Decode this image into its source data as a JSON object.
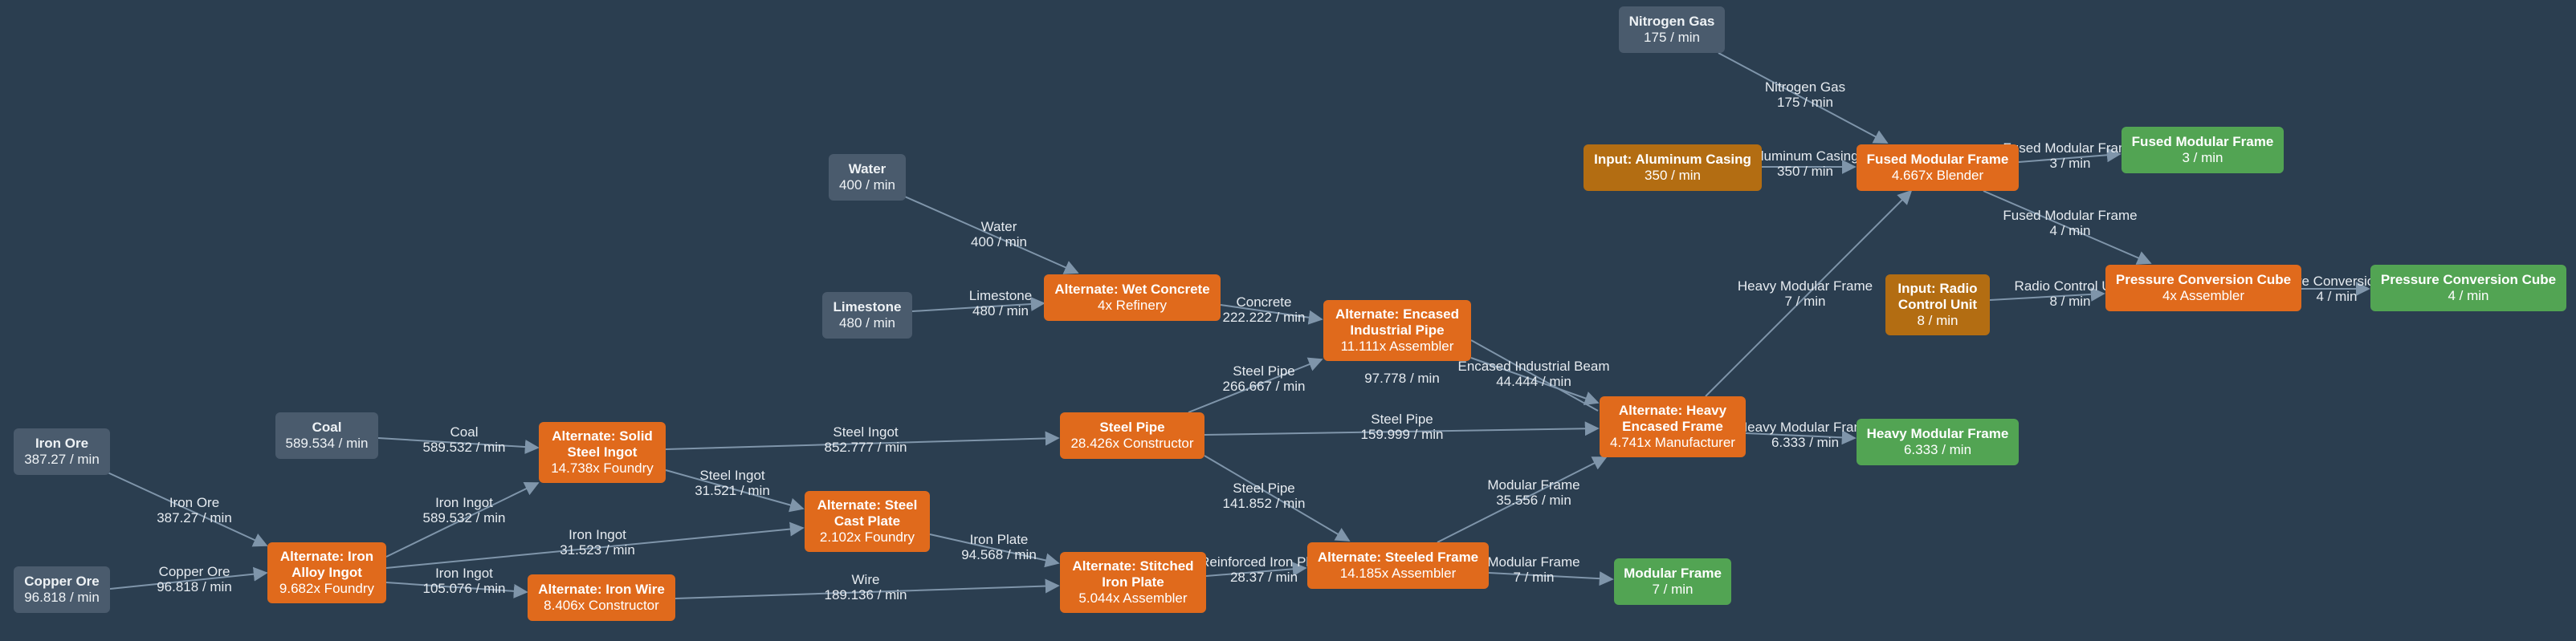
{
  "colors": {
    "background": "#2b3e50",
    "raw_node": "#4a5b6d",
    "process_node": "#e06a1c",
    "input_node": "#b36d12",
    "output_node": "#52a453",
    "edge": "#7f95aa"
  },
  "nodes": {
    "nitrogen": {
      "title": "Nitrogen Gas",
      "sub": "175 / min"
    },
    "water": {
      "title": "Water",
      "sub": "400 / min"
    },
    "limestone": {
      "title": "Limestone",
      "sub": "480 / min"
    },
    "coal": {
      "title": "Coal",
      "sub": "589.534 / min"
    },
    "iron_ore": {
      "title": "Iron Ore",
      "sub": "387.27 / min"
    },
    "copper_ore": {
      "title": "Copper Ore",
      "sub": "96.818 / min"
    },
    "alu_casing": {
      "title": "Input: Aluminum Casing",
      "sub": "350 / min"
    },
    "radio_unit": {
      "title": "Input: Radio Control Unit",
      "sub": "8 / min"
    },
    "iron_alloy": {
      "title": "Alternate: Iron Alloy Ingot",
      "sub": "9.682x Foundry"
    },
    "solid_ingot": {
      "title": "Alternate: Solid Steel Ingot",
      "sub": "14.738x Foundry"
    },
    "iron_wire": {
      "title": "Alternate: Iron Wire",
      "sub": "8.406x Constructor"
    },
    "steel_cast": {
      "title": "Alternate: Steel Cast Plate",
      "sub": "2.102x Foundry"
    },
    "wet_concrete": {
      "title": "Alternate: Wet Concrete",
      "sub": "4x Refinery"
    },
    "steel_pipe": {
      "title": "Steel Pipe",
      "sub": "28.426x Constructor"
    },
    "stitched": {
      "title": "Alternate: Stitched Iron Plate",
      "sub": "5.044x Assembler"
    },
    "encased_pipe": {
      "title": "Alternate: Encased Industrial Pipe",
      "sub": "11.111x Assembler"
    },
    "steeled_frame": {
      "title": "Alternate: Steeled Frame",
      "sub": "14.185x Assembler"
    },
    "heavy_frame": {
      "title": "Alternate: Heavy Encased Frame",
      "sub": "4.741x Manufacturer"
    },
    "fused_frame": {
      "title": "Fused Modular Frame",
      "sub": "4.667x Blender"
    },
    "pcc": {
      "title": "Pressure Conversion Cube",
      "sub": "4x Assembler"
    },
    "out_fused": {
      "title": "Fused Modular Frame",
      "sub": "3 / min"
    },
    "out_pcc": {
      "title": "Pressure Conversion Cube",
      "sub": "4 / min"
    },
    "out_heavy": {
      "title": "Heavy Modular Frame",
      "sub": "6.333 / min"
    },
    "out_modular": {
      "title": "Modular Frame",
      "sub": "7 / min"
    }
  },
  "edges": [
    {
      "id": "e_nitrogen",
      "l1": "Nitrogen Gas",
      "l2": "175 / min"
    },
    {
      "id": "e_water",
      "l1": "Water",
      "l2": "400 / min"
    },
    {
      "id": "e_limestone",
      "l1": "Limestone",
      "l2": "480 / min"
    },
    {
      "id": "e_coal",
      "l1": "Coal",
      "l2": "589.532 / min"
    },
    {
      "id": "e_ironore",
      "l1": "Iron Ore",
      "l2": "387.27 / min"
    },
    {
      "id": "e_copper",
      "l1": "Copper Ore",
      "l2": "96.818 / min"
    },
    {
      "id": "e_ingot_solid",
      "l1": "Iron Ingot",
      "l2": "589.532 / min"
    },
    {
      "id": "e_ingot_cast",
      "l1": "Iron Ingot",
      "l2": "31.523 / min"
    },
    {
      "id": "e_ingot_wire",
      "l1": "Iron Ingot",
      "l2": "105.076 / min"
    },
    {
      "id": "e_steel_pipe",
      "l1": "Steel Ingot",
      "l2": "852.777 / min"
    },
    {
      "id": "e_steel_cast",
      "l1": "Steel Ingot",
      "l2": "31.521 / min"
    },
    {
      "id": "e_plate",
      "l1": "Iron Plate",
      "l2": "94.568 / min"
    },
    {
      "id": "e_wire",
      "l1": "Wire",
      "l2": "189.136 / min"
    },
    {
      "id": "e_concrete",
      "l1": "Concrete",
      "l2": "222.222 / min"
    },
    {
      "id": "e_pipe_encased",
      "l1": "Steel Pipe",
      "l2": "266.667 / min"
    },
    {
      "id": "e_pipe_heavy",
      "l1": "Steel Pipe",
      "l2": "159.999 / min"
    },
    {
      "id": "e_pipe_steeled",
      "l1": "Steel Pipe",
      "l2": "141.852 / min"
    },
    {
      "id": "e_encased_heavy",
      "l1": "Encased Industrial Beam",
      "l2": "44.444 / min"
    },
    {
      "id": "e_encased_heavy2",
      "l1": "",
      "l2": "97.778 / min"
    },
    {
      "id": "e_rip",
      "l1": "Reinforced Iron Plate",
      "l2": "28.37 / min"
    },
    {
      "id": "e_mod_heavy",
      "l1": "Modular Frame",
      "l2": "35.556 / min"
    },
    {
      "id": "e_mod_out",
      "l1": "Modular Frame",
      "l2": "7 / min"
    },
    {
      "id": "e_heavy_fused",
      "l1": "Heavy Modular Frame",
      "l2": "7 / min"
    },
    {
      "id": "e_heavy_out",
      "l1": "Heavy Modular Frame",
      "l2": "6.333 / min"
    },
    {
      "id": "e_alu",
      "l1": "Aluminum Casing",
      "l2": "350 / min"
    },
    {
      "id": "e_fused_out",
      "l1": "Fused Modular Frame",
      "l2": "3 / min"
    },
    {
      "id": "e_fused_pcc",
      "l1": "Fused Modular Frame",
      "l2": "4 / min"
    },
    {
      "id": "e_radio",
      "l1": "Radio Control Unit",
      "l2": "8 / min"
    },
    {
      "id": "e_pcc_out",
      "l1": "Pressure Conversion Cube",
      "l2": "4 / min"
    }
  ]
}
